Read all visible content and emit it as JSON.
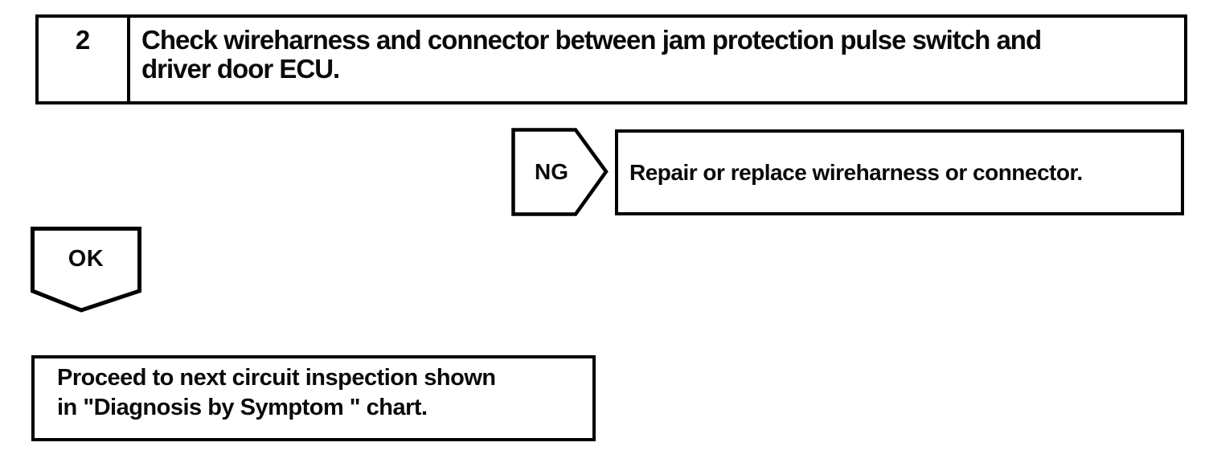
{
  "flowchart": {
    "step": {
      "number": "2",
      "instruction_line1": "Check wireharness and connector between jam protection pulse switch and",
      "instruction_line2": "driver door ECU."
    },
    "ng_branch": {
      "label": "NG",
      "action": "Repair or replace wireharness or connector."
    },
    "ok_branch": {
      "label": "OK",
      "result_line1": "Proceed to next circuit inspection shown",
      "result_line2": "in \"Diagnosis by Symptom \" chart."
    },
    "colors": {
      "line": "#000000",
      "background": "#ffffff"
    }
  }
}
